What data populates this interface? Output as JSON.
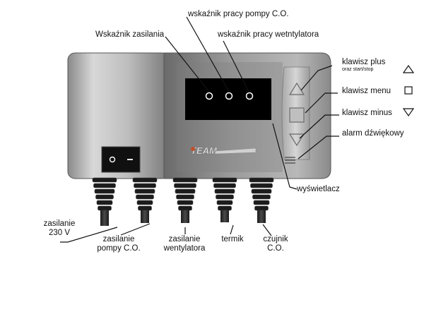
{
  "labels": {
    "pump_indicator": "wskaźnik pracy pompy C.O.",
    "power_indicator": "Wskaźnik zasilania",
    "fan_indicator": "wskaźnik pracy wetntylatora",
    "plus_key": "klawisz plus",
    "plus_key_sub": "oraz start/stop",
    "menu_key": "klawisz menu",
    "minus_key": "klawisz minus",
    "alarm": "alarm dźwiękowy",
    "display": "wyświetlacz",
    "power_230_line1": "zasilanie",
    "power_230_line2": "230 V",
    "pump_power_line1": "zasilanie",
    "pump_power_line2": "pompy C.O.",
    "fan_power_line1": "zasilanie",
    "fan_power_line2": "wentylatora",
    "thermostat": "termik",
    "sensor_line1": "czujnik",
    "sensor_line2": "C.O."
  },
  "device": {
    "brand_logo": "TEAM"
  },
  "icons": {
    "plus": "triangle-up-icon",
    "menu": "square-icon",
    "minus": "triangle-down-icon"
  },
  "colors": {
    "body_light": "#c4c4c4",
    "body_dark": "#6f6f6f",
    "screen": "#000000",
    "cable": "#2a2a2a"
  }
}
